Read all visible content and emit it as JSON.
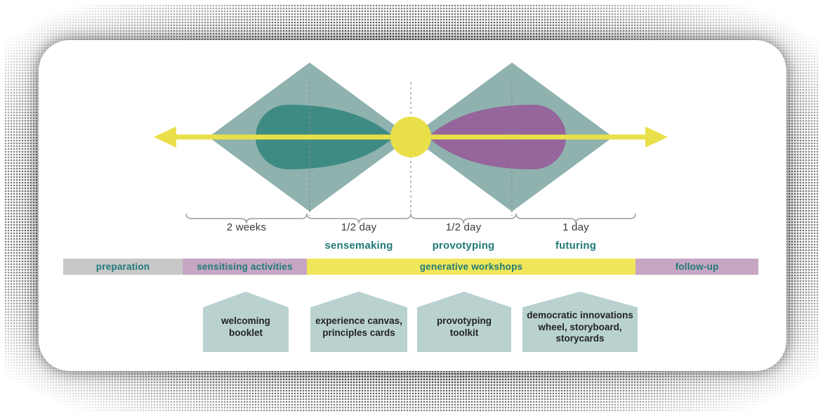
{
  "card": {
    "durations": [
      "2 weeks",
      "1/2 day",
      "1/2 day",
      "1 day"
    ],
    "stages": [
      "sensemaking",
      "provotyping",
      "futuring"
    ],
    "phases": [
      {
        "label": "preparation",
        "color": "#c8c8c8"
      },
      {
        "label": "sensitising activities",
        "color": "#c6a6c3"
      },
      {
        "label": "generative workshops",
        "color": "#f0e65a"
      },
      {
        "label": "follow-up",
        "color": "#c6a6c3"
      }
    ],
    "tools": [
      "welcoming booklet",
      "experience canvas, principles cards",
      "provotyping toolkit",
      "democratic innovations wheel, storyboard, storycards"
    ],
    "colors": {
      "diamond": "#8fb2ae",
      "left_teardrop": "#3e8b84",
      "right_teardrop": "#95659b",
      "timeline": "#e9e049",
      "tool_badge": "#b9d2d0",
      "stage_text": "#1f7a78",
      "brace": "#9a9a9a"
    }
  }
}
